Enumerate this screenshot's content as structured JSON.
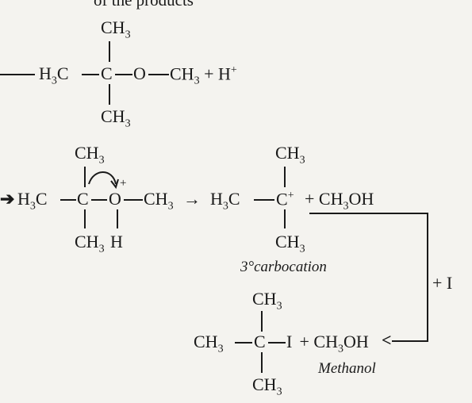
{
  "header_fragment": "of the products",
  "step1": {
    "top_methyl": "CH3",
    "left_methyl": "H3C",
    "carbon": "C",
    "oxygen": "O",
    "right_methyl": "CH3",
    "plus_hplus": "+ H+",
    "bottom_methyl": "CH3"
  },
  "step2": {
    "top_methyl": "CH3",
    "left_methyl": "H3C",
    "carbon": "C",
    "oxygen": "O",
    "oxygen_charge": "+",
    "right_methyl": "CH3",
    "bottom_methyl": "CH3",
    "hydrogen": "H"
  },
  "product": {
    "top_methyl": "CH3",
    "left_methyl": "H3C",
    "carbon": "C",
    "carbon_charge": "+",
    "plus_methanol": "+ CH3OH",
    "bottom_methyl": "CH3",
    "label": "3°carbocation"
  },
  "side_reagent": "+ I",
  "final": {
    "top_methyl": "CH3",
    "left_methyl": "CH3",
    "carbon": "C",
    "iodine": "I",
    "plus_methanol": "+ CH3OH",
    "bottom_methyl": "CH3",
    "methanol_label": "Methanol"
  },
  "colors": {
    "ink": "#1a1a1a",
    "paper": "#f4f3ef"
  }
}
